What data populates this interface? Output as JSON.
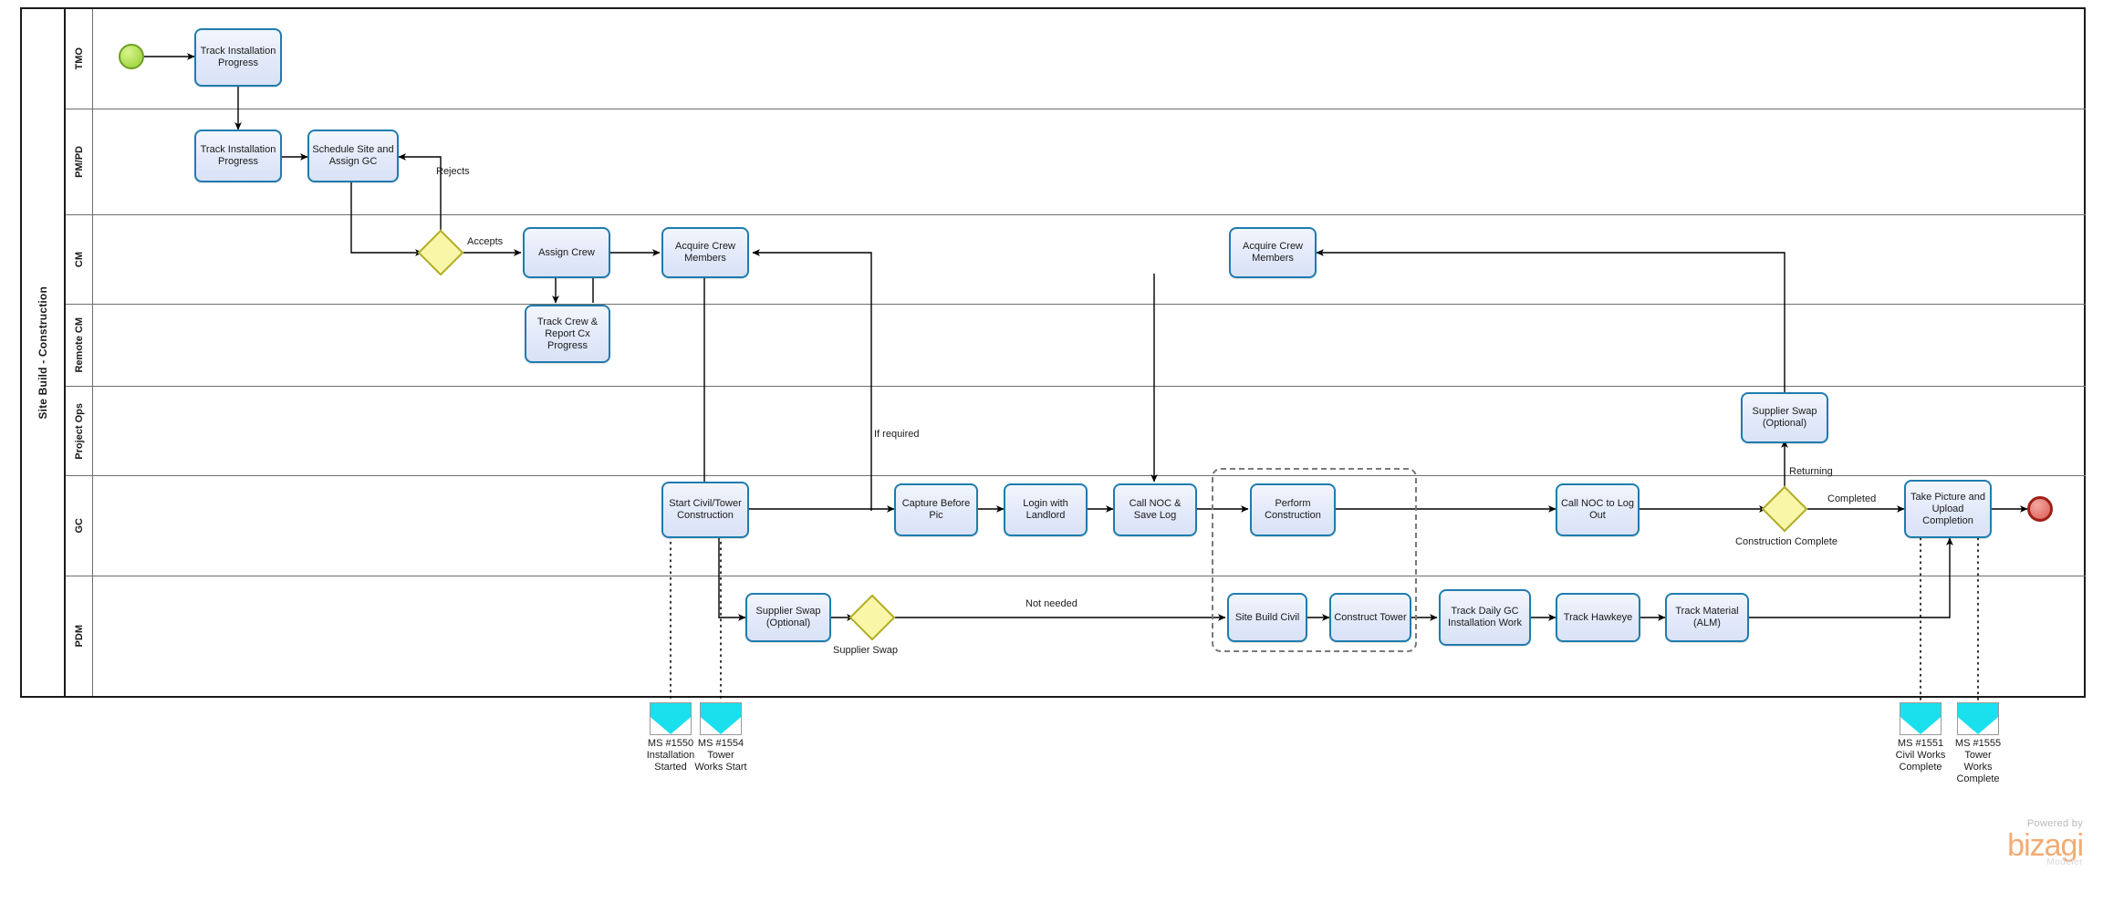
{
  "pool": {
    "name": "Site Build - Construction"
  },
  "lanes": [
    {
      "id": "tmo",
      "label": "TMO"
    },
    {
      "id": "pm-pd",
      "label": "PM/PD"
    },
    {
      "id": "cm",
      "label": "CM"
    },
    {
      "id": "remote-cm",
      "label": "Remote CM"
    },
    {
      "id": "project-ops",
      "label": "Project Ops"
    },
    {
      "id": "gc",
      "label": "GC"
    },
    {
      "id": "pdm",
      "label": "PDM"
    }
  ],
  "tasks": {
    "track_installation_progress_tmo": "Track Installation Progress",
    "track_installation_progress_pm": "Track Installation Progress",
    "schedule_site_and_assign_gc": "Schedule Site and Assign GC",
    "assign_crew": "Assign Crew",
    "acquire_crew_members_1": "Acquire Crew Members",
    "acquire_crew_members_2": "Acquire Crew Members",
    "track_crew_report_cx_progress": "Track Crew & Report Cx Progress",
    "supplier_swap_project_ops": "Supplier Swap (Optional)",
    "start_civil_tower_construction": "Start Civil/Tower Construction",
    "capture_before_pic": "Capture Before Pic",
    "login_with_landlord": "Login with Landlord",
    "call_noc_save_log": "Call NOC & Save Log",
    "perform_construction": "Perform Construction",
    "call_noc_to_log_out": "Call NOC to Log Out",
    "take_picture_and_upload_completion": "Take Picture and Upload Completion",
    "supplier_swap_pdm": "Supplier Swap (Optional)",
    "site_build_civil": "Site Build Civil",
    "construct_tower": "Construct Tower",
    "track_daily_gc_installation_work": "Track Daily GC Installation Work",
    "track_hawkeye": "Track Hawkeye",
    "track_material_alm": "Track Material (ALM)"
  },
  "flow_labels": {
    "rejects": "Rejects",
    "accepts": "Accepts",
    "if_required": "If required",
    "supplier_swap_gateway": "Supplier Swap",
    "not_needed": "Not needed",
    "returning": "Returning",
    "completed": "Completed",
    "construction_complete": "Construction Complete"
  },
  "events": {
    "start": "start-event",
    "end": "end-event"
  },
  "milestones": [
    {
      "id": "ms-1550",
      "code": "MS #1550",
      "name": "Installation Started"
    },
    {
      "id": "ms-1554",
      "code": "MS #1554",
      "name": "Tower Works Start"
    },
    {
      "id": "ms-1551",
      "code": "MS #1551",
      "name": "Civil Works Complete"
    },
    {
      "id": "ms-1555",
      "code": "MS #1555",
      "name": "Tower Works Complete"
    }
  ],
  "branding": {
    "powered_by": "Powered by",
    "brand": "bizagi",
    "product": "Modeler"
  },
  "colors": {
    "task_border": "#1f7cad",
    "task_fill": "#e2e9f9",
    "gateway_fill": "#faf6a8",
    "gateway_border": "#b0ad28",
    "start_event": "#a6d94a",
    "end_event": "#e2706a",
    "milestone": "#1ae0ee",
    "brand": "#f3ab72"
  }
}
